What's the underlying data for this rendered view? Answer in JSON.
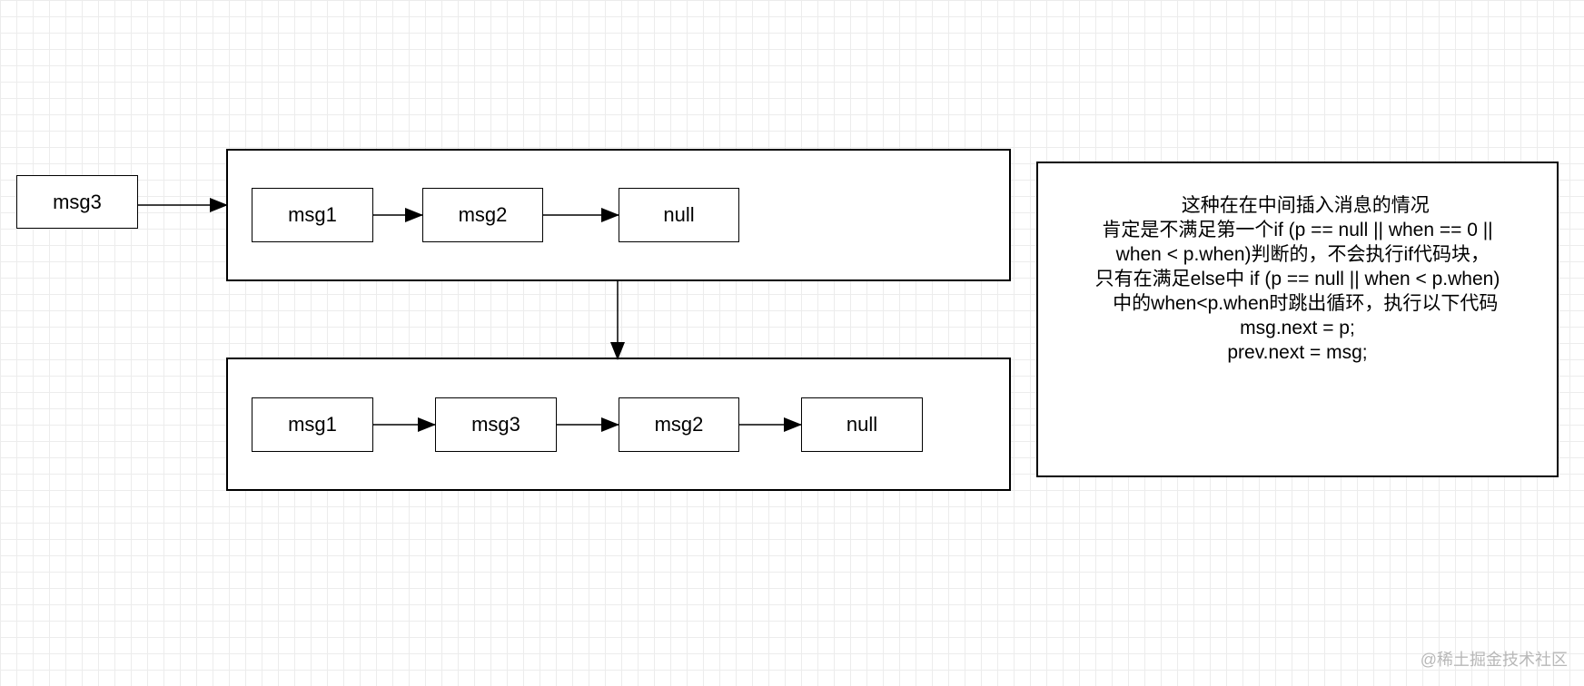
{
  "diagram": {
    "source_node": "msg3",
    "before_list": [
      "msg1",
      "msg2",
      "null"
    ],
    "after_list": [
      "msg1",
      "msg3",
      "msg2",
      "null"
    ],
    "note_lines": [
      "   这种在在中间插入消息的情况",
      "肯定是不满足第一个if (p == null || when == 0 ||",
      "  when < p.when)判断的，不会执行if代码块，",
      "只有在满足else中 if (p == null || when < p.when)",
      "   中的when<p.when时跳出循环，执行以下代码",
      "msg.next = p;",
      "prev.next = msg;"
    ],
    "watermark": "@稀土掘金技术社区"
  }
}
